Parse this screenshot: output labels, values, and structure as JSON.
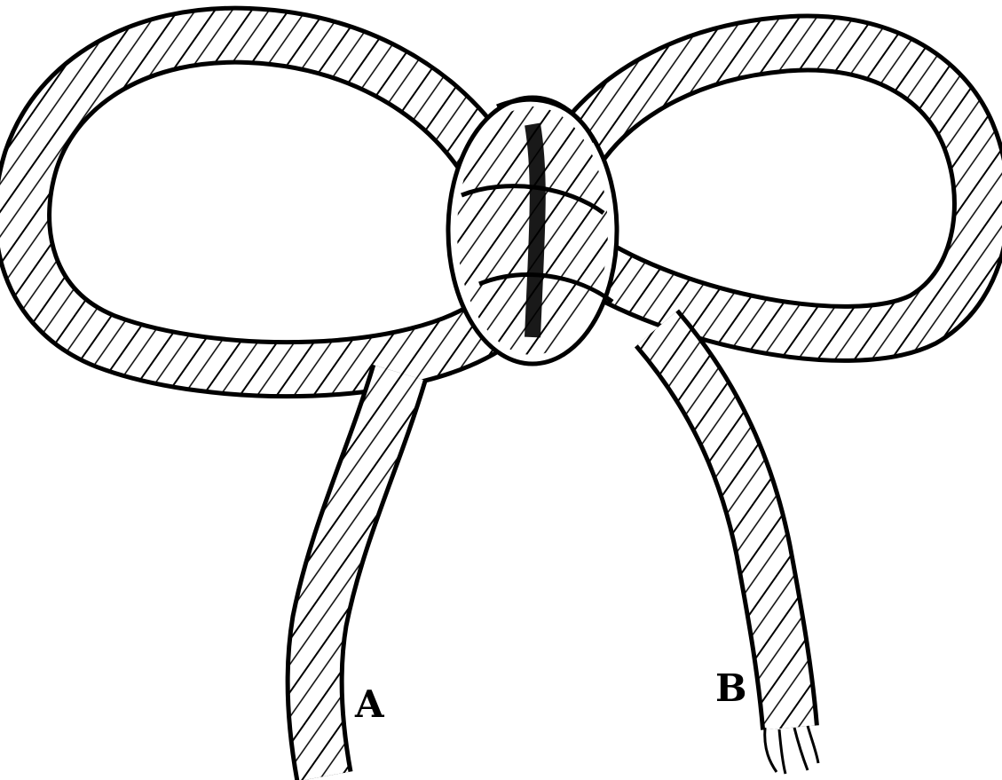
{
  "figure": {
    "subject": "bow knot",
    "labels": {
      "end_a": "A",
      "end_b": "B"
    },
    "colors": {
      "ink": "#000000",
      "paper": "#ffffff"
    }
  }
}
